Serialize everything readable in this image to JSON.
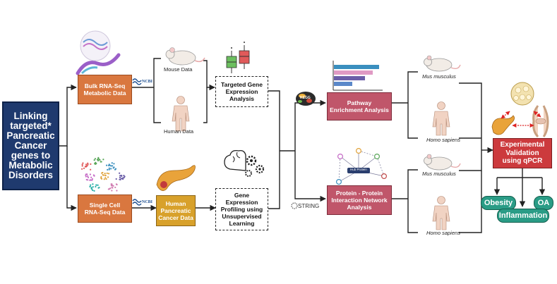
{
  "title": "Linking\ntargeted*\nPancreatic\nCancer\ngenes to\nMetabolic\nDisorders",
  "bulk": "Bulk RNA-Seq\nMetabolic Data",
  "single": "Single Cell\nRNA-Seq Data",
  "human_pc": "Human\nPancreatic\nCancer Data",
  "targeted": "Targeted Gene\nExpression\nAnalysis",
  "gene_expr": "Gene\nExpression\nProfiling using\nUnsupervised\nLearning",
  "pathway": "Pathway\nEnrichment Analysis",
  "ppi": "Protein - Protein\nInteraction Network\nAnalysis",
  "validation": "Experimental\nValidation\nusing qPCR",
  "mouse_data": "Mouse Data",
  "human_data": "Human Data",
  "mus1": "Mus musculus",
  "homo1": "Homo sapiens",
  "mus2": "Mus musculus",
  "homo2": "Homo sapiens",
  "obesity": "Obesity",
  "oa": "OA",
  "inflammation": "Inflammation",
  "ncbi1": "NCBI",
  "ncbi2": "NCBI",
  "string_logo": "STRING",
  "hub_protein": "Hub Protein",
  "kegg": "KEGG",
  "colors": {
    "navy": "#1f3a6e",
    "orange": "#d9773f",
    "gold": "#d8a12b",
    "rose": "#c0566a",
    "red": "#cc3a3d",
    "teal": "#2a9c86"
  },
  "icons": [
    "dna-icon",
    "mouse-icon",
    "human-icon",
    "boxplot-icon",
    "cell-cluster-icon",
    "pancreas-icon",
    "brain-gears-icon",
    "bar-chart-icon",
    "kegg-logo-icon",
    "network-icon",
    "string-logo-icon",
    "adipose-pancreas-joint-icon"
  ]
}
